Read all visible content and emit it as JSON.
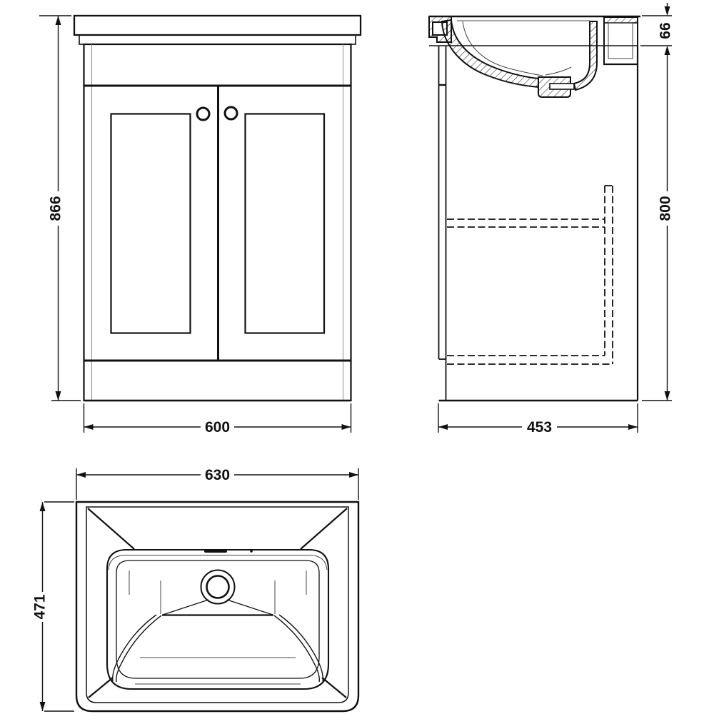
{
  "drawing": {
    "description": "Bathroom vanity unit with basin - dimensioned orthographic views",
    "dimensions": {
      "front_height": "866",
      "front_width": "600",
      "side_basin_height": "66",
      "side_cabinet_height": "800",
      "side_depth": "453",
      "plan_width": "630",
      "plan_depth": "471"
    }
  }
}
